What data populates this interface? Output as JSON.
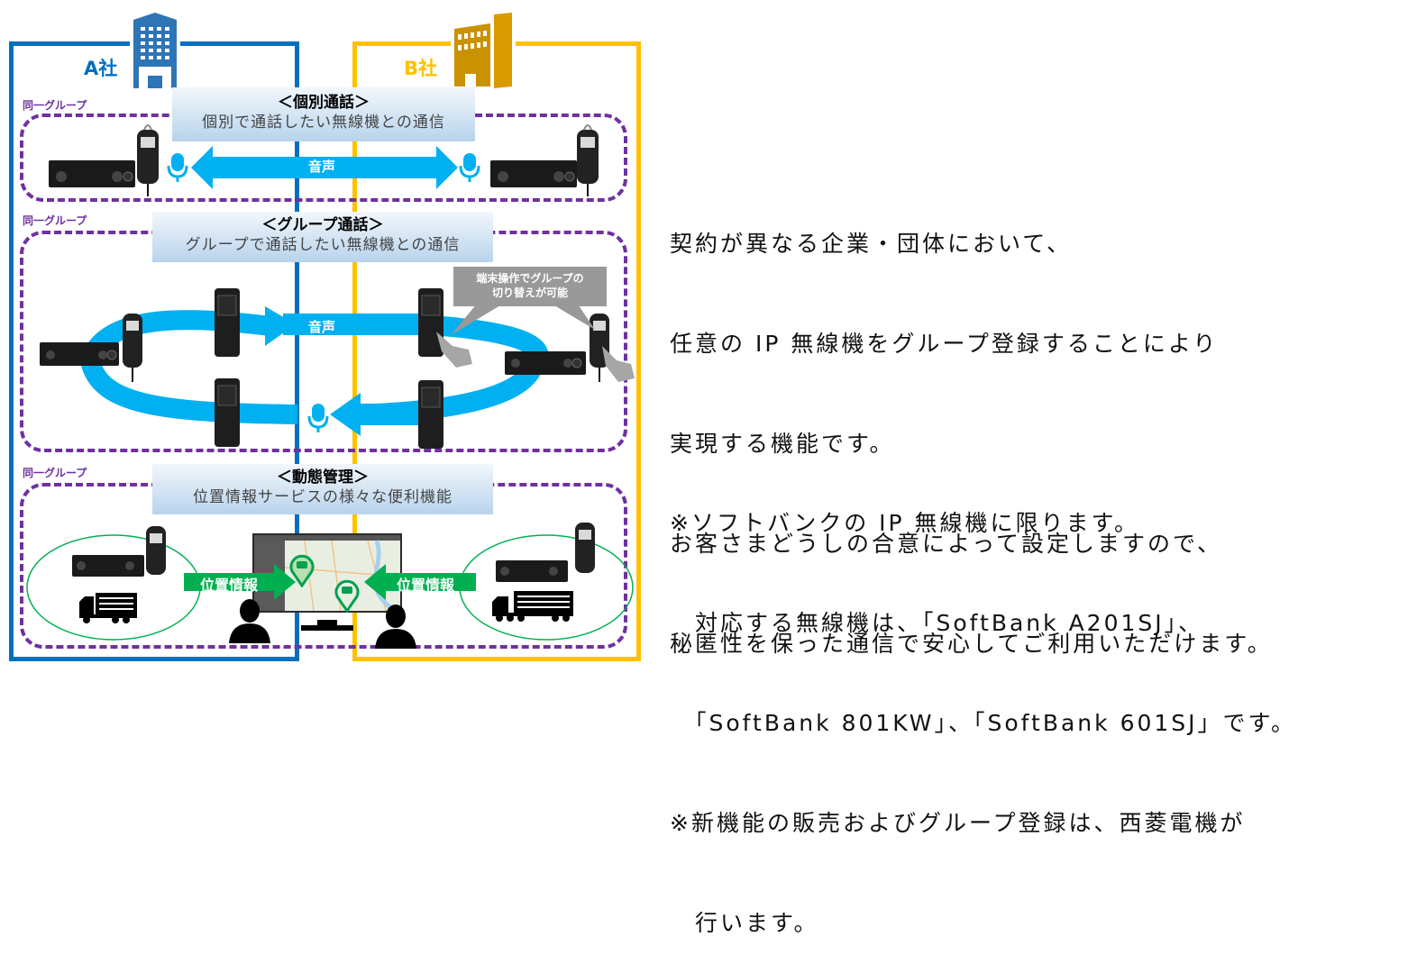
{
  "companies": {
    "a": {
      "label": "A社",
      "color": "#0070c0"
    },
    "b": {
      "label": "B社",
      "color": "#ffc000"
    }
  },
  "group_label": "同一グループ",
  "sections": [
    {
      "title": "＜個別通話＞",
      "subtitle": "個別で通話したい無線機との通信",
      "arrow_label": "音声"
    },
    {
      "title": "＜グループ通話＞",
      "subtitle": "グループで通話したい無線機との通信",
      "arrow_label": "音声",
      "callout": [
        "端末操作でグループの",
        "切り替えが可能"
      ]
    },
    {
      "title": "＜動態管理＞",
      "subtitle": "位置情報サービスの様々な便利機能",
      "left_arrow_label": "位置情報",
      "right_arrow_label": "位置情報"
    }
  ],
  "colors": {
    "group_border": "#7030a0",
    "voice_arrow": "#00b0f0",
    "location_arrow": "#00b050",
    "area_ellipse": "#00b050"
  },
  "description": {
    "paragraph": [
      "契約が異なる企業・団体において、",
      "任意の IP 無線機をグループ登録することにより",
      "実現する機能です。",
      "お客さまどうしの合意によって設定しますので、",
      "秘匿性を保った通信で安心してご利用いただけます。"
    ],
    "notes": [
      "※ソフトバンクの IP 無線機に限ります。",
      "　対応する無線機は、「SoftBank A201SJ」、",
      "　「SoftBank 801KW」、「SoftBank 601SJ」です。",
      "※新機能の販売およびグループ登録は、西菱電機が",
      "　行います。"
    ]
  }
}
